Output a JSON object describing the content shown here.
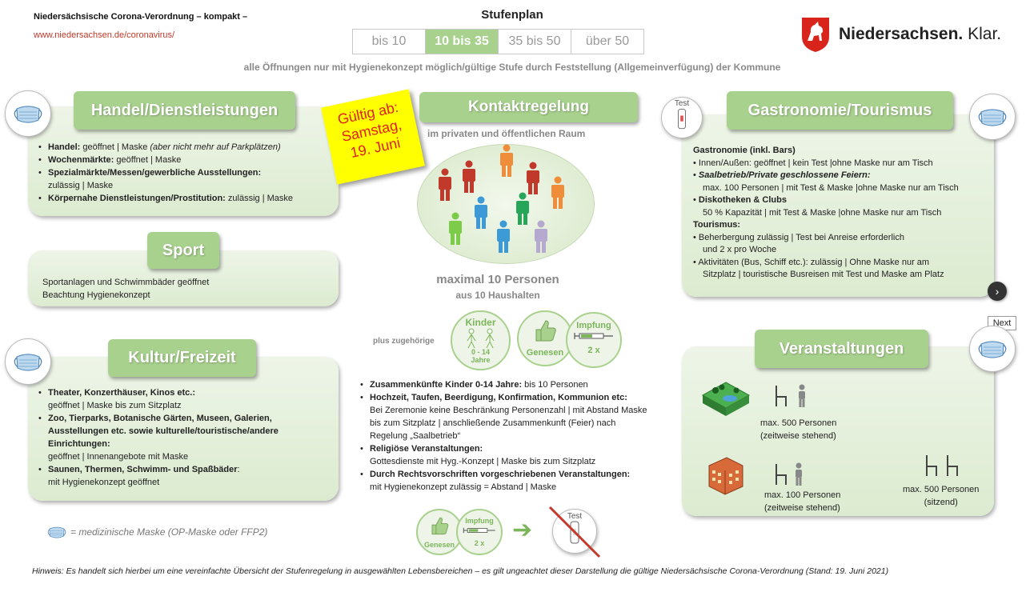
{
  "header": {
    "title": "Niedersächsische Corona-Verordnung – kompakt –",
    "link": "www.niedersachsen.de/coronavirus/",
    "plan_title": "Stufenplan",
    "tabs": [
      {
        "label": "bis 10",
        "active": false
      },
      {
        "label": "10 bis 35",
        "active": true
      },
      {
        "label": "35 bis 50",
        "active": false
      },
      {
        "label": "über 50",
        "active": false
      }
    ],
    "subline": "alle Öffnungen nur mit Hygienekonzept möglich/gültige Stufe durch Feststellung (Allgemeinverfügung) der Kommune",
    "logo_bold": "Niedersachsen.",
    "logo_rest": "Klar."
  },
  "colors": {
    "accent": "#a9d18e",
    "sticky": "#ffff00",
    "sticky_text": "#e0201e",
    "link": "#c0392b"
  },
  "handel": {
    "heading": "Handel/Dienstleistungen",
    "items": [
      {
        "label": "Handel:",
        "text": " geöffnet | Maske ",
        "italic": "(aber nicht mehr auf Parkplätzen)"
      },
      {
        "label": "Wochenmärkte:",
        "text": " geöffnet | Maske",
        "italic": ""
      },
      {
        "label": "Spezialmärkte/Messen/gewerbliche Ausstellungen:",
        "text": " zulässig | Maske",
        "italic": ""
      },
      {
        "label": "Körpernahe Dienstleistungen/Prostitution:",
        "text": "  zulässig | Maske",
        "italic": ""
      }
    ]
  },
  "sport": {
    "heading": "Sport",
    "lines": [
      "Sportanlagen und Schwimmbäder geöffnet",
      "Beachtung Hygienekonzept"
    ]
  },
  "kultur": {
    "heading": "Kultur/Freizeit",
    "items": [
      {
        "label": "Theater, Konzerthäuser, Kinos etc.:",
        "text": "geöffnet  | Maske bis zum Sitzplatz"
      },
      {
        "label": "Zoo, Tierparks, Botanische Gärten, Museen, Galerien, Ausstellungen etc. sowie kulturelle/touristische/andere Einrichtungen:",
        "text": "geöffnet  |  Innenangebote mit Maske"
      },
      {
        "label": "Saunen, Thermen, Schwimm- und Spaßbäder",
        "text": "mit Hygienekonzept  geöffnet"
      }
    ],
    "label_suffix_last": ":"
  },
  "mask_note": "= medizinische Maske (OP-Maske oder FFP2)",
  "sticky": {
    "lines": [
      "Gültig ab:",
      "Samstag,",
      "19. Juni"
    ]
  },
  "kontakt": {
    "heading": "Kontaktregelung",
    "sub": "im privaten und öffentlichen Raum",
    "max": "maximal 10 Personen",
    "haushalte": "aus 10 Haushalten",
    "plus": "plus zugehörige",
    "kinder_label": "Kinder",
    "kinder_age": "0 - 14",
    "kinder_jahre": "Jahre",
    "genesen": "Genesen",
    "impfung": "Impfung",
    "impf_count": "2 x",
    "items": [
      {
        "label": "Zusammenkünfte Kinder 0-14 Jahre:",
        "text": " bis 10 Personen"
      },
      {
        "label": "Hochzeit, Taufen, Beerdigung, Konfirmation, Kommunion etc:",
        "text": "Bei Zeremonie keine Beschränkung Personenzahl | mit Abstand Maske bis zum Sitzplatz | anschließende Zusammenkunft (Feier) nach Regelung „Saalbetrieb“"
      },
      {
        "label": "Religiöse Veranstaltungen:",
        "text": "Gottesdienste mit Hyg.-Konzept   | Maske bis zum Sitzplatz"
      },
      {
        "label": "Durch Rechtsvorschriften vorgeschriebenen Veranstaltungen:",
        "text": "mit Hygienekonzept  zulässig = Abstand | Maske"
      }
    ],
    "test_label": "Test",
    "arrow": "➔"
  },
  "gastro": {
    "heading": "Gastronomie/Tourismus",
    "test_label": "Test",
    "lines": [
      {
        "kind": "title",
        "text": "Gastronomie (inkl. Bars)"
      },
      {
        "kind": "bullet",
        "text": "Innen/Außen: geöffnet  | kein Test  |ohne Maske nur am Tisch"
      },
      {
        "kind": "bullet-italic",
        "text": "Saalbetrieb/Private geschlossene Feiern:"
      },
      {
        "kind": "plain",
        "text": "max. 100 Personen | mit Test & Maske |ohne Maske nur am Tisch"
      },
      {
        "kind": "bullet-bold",
        "text": "Diskotheken & Clubs"
      },
      {
        "kind": "plain",
        "text": " 50 % Kapazität | mit Test & Maske |ohne Maske nur am Tisch"
      },
      {
        "kind": "title",
        "text": "Tourismus:"
      },
      {
        "kind": "bullet",
        "text": "Beherbergung zulässig | Test bei Anreise erforderlich"
      },
      {
        "kind": "plain",
        "text": "und 2 x pro Woche"
      },
      {
        "kind": "bullet",
        "text": "Aktivitäten (Bus, Schiff etc.):  zulässig | Ohne Maske nur am"
      },
      {
        "kind": "plain",
        "text": "Sitzplatz | touristische Busreisen mit Test und Maske am Platz"
      }
    ]
  },
  "veranst": {
    "heading": "Veranstaltungen",
    "outdoor": [
      "max. 500 Personen",
      "(zeitweise stehend)"
    ],
    "indoor_standing": [
      "max. 100 Personen",
      "(zeitweise stehend)"
    ],
    "indoor_sitting": [
      "max. 500 Personen",
      "(sitzend)"
    ]
  },
  "nav": {
    "next_label": "Next",
    "next_arrow": "›"
  },
  "footer": "Hinweis: Es handelt sich hierbei um eine vereinfachte Übersicht der Stufenregelung in ausgewählten Lebensbereichen – es gilt ungeachtet dieser Darstellung die gültige Niedersächsische Corona-Verordnung (Stand:  19. Juni 2021)"
}
